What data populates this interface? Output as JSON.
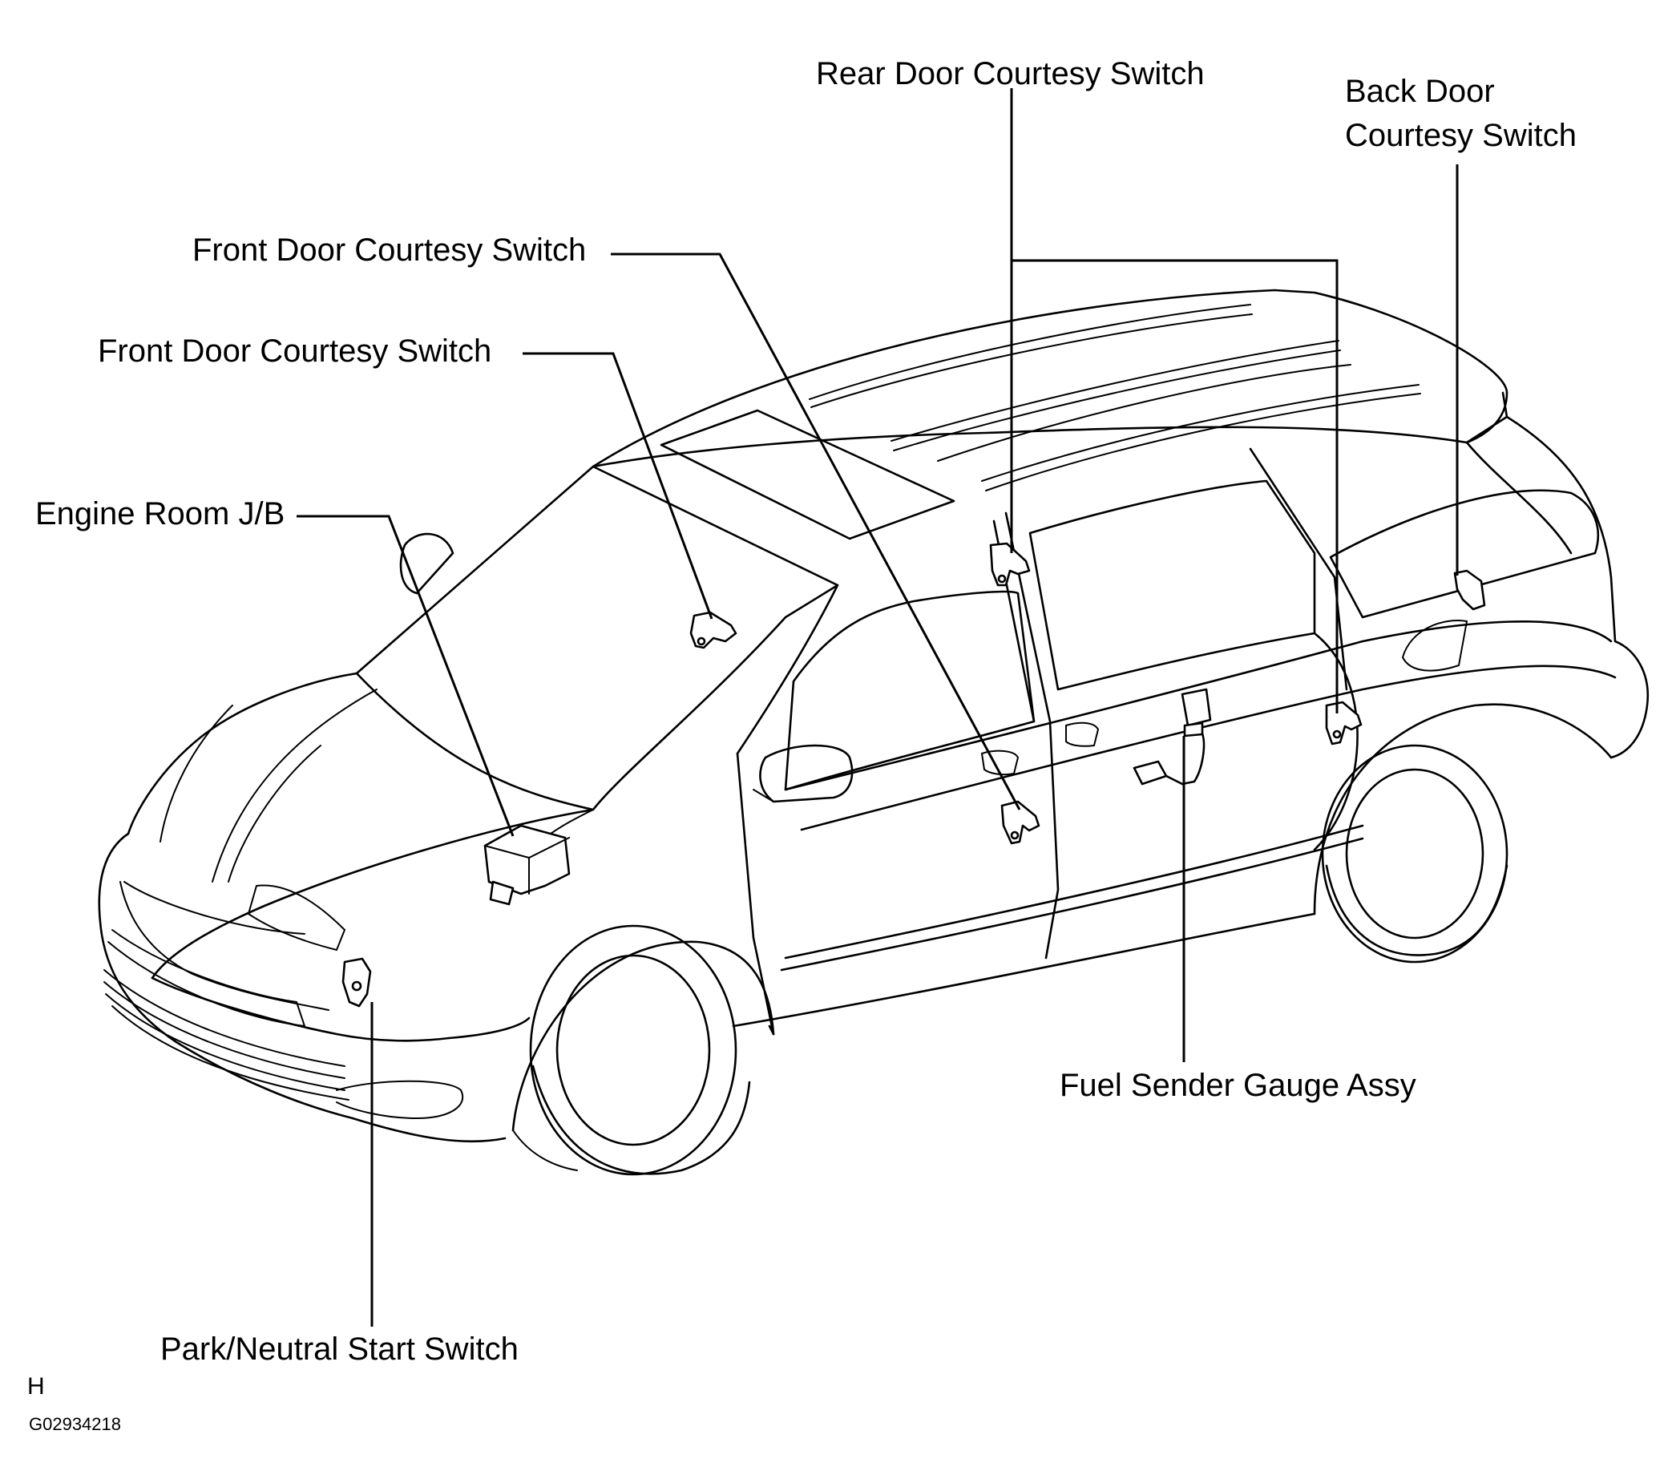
{
  "labels": {
    "rear_door_courtesy_switch": "Rear Door Courtesy Switch",
    "back_door_courtesy_switch_line1": "Back Door",
    "back_door_courtesy_switch_line2": "Courtesy Switch",
    "front_door_courtesy_switch_right": "Front Door Courtesy Switch",
    "front_door_courtesy_switch_left": "Front Door Courtesy Switch",
    "engine_room_jb": "Engine Room J/B",
    "fuel_sender_gauge_assy": "Fuel Sender Gauge Assy",
    "park_neutral_start_switch": "Park/Neutral Start Switch"
  },
  "footer": {
    "marker": "H",
    "figure_code": "G02934218"
  }
}
